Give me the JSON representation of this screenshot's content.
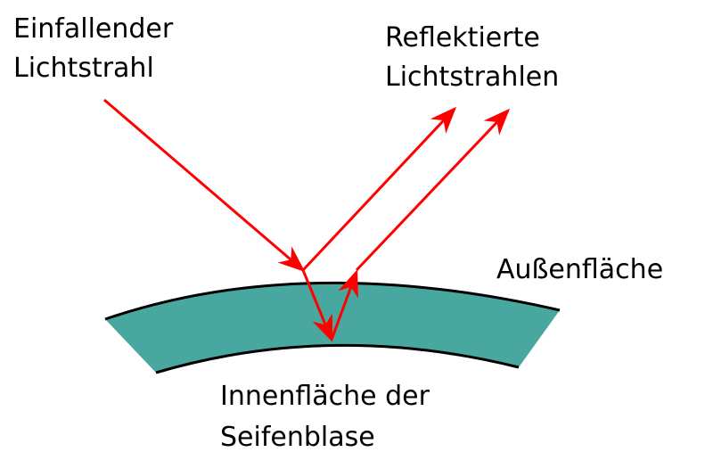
{
  "labels": {
    "incident_line1": "Einfallender",
    "incident_line2": "Lichtstrahl",
    "reflected_line1": "Reflektierte",
    "reflected_line2": "Lichtstrahlen",
    "outer_surface": "Außenfläche",
    "inner_line1": "Innenfläche der",
    "inner_line2": "Seifenblase"
  },
  "colors": {
    "film": "#48a89f",
    "ray": "#ff0000",
    "outline": "#000000"
  }
}
